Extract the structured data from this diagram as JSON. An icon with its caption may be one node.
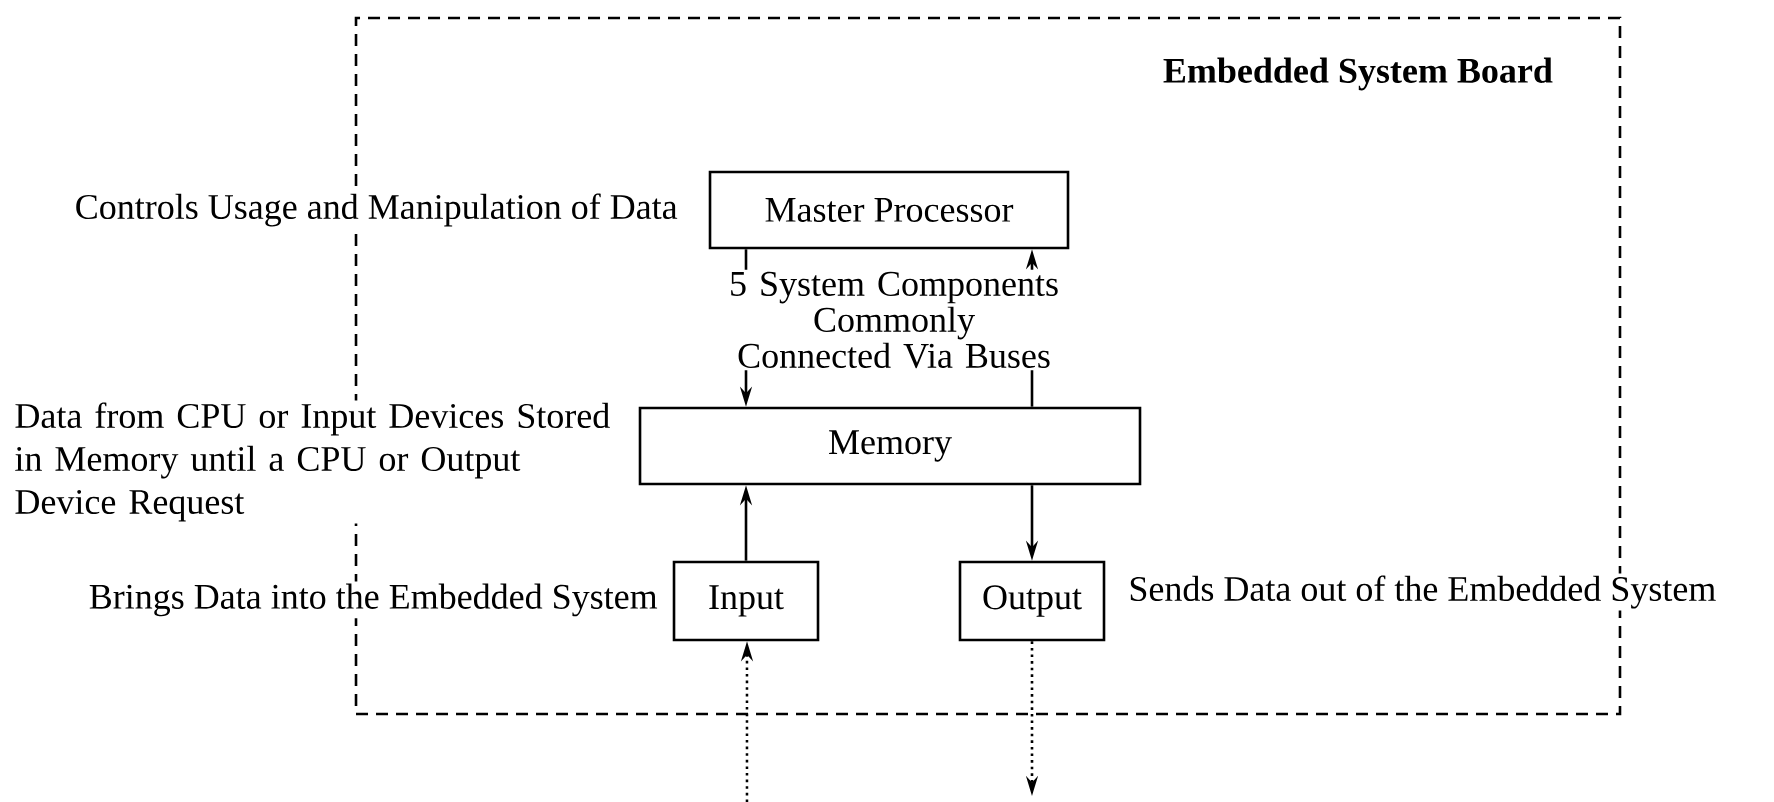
{
  "diagram": {
    "nodes": [
      {
        "text": [
          "Embedded System Board"
        ]
      },
      {
        "text": [
          "Master Processor"
        ],
        "in": 0,
        "beside": [
          "Controls Usage and Manipulation of Data"
        ]
      },
      {
        "text": [
          "Memory"
        ],
        "in": 0,
        "beside": [
          "Data from CPU or Input Devices Stored in Memory until a CPU or Output Device Request"
        ]
      },
      {
        "text": [
          "Input"
        ],
        "in": 0,
        "beside": [
          "Brings Data into the Embedded System"
        ]
      },
      {
        "text": [
          "Output"
        ],
        "in": 0,
        "beside": [
          "Sends Data out of the Embedded System"
        ]
      }
    ],
    "edges": [
      {
        "from": 1,
        "to": 2,
        "arrow": "to"
      },
      {
        "from": 2,
        "to": 1,
        "arrow": "to"
      },
      {
        "from": 3,
        "to": 2,
        "arrow": "to"
      },
      {
        "from": 2,
        "to": 4,
        "arrow": "to"
      },
      {
        "from": null,
        "to": 3,
        "arrow": "to",
        "style": "dashed"
      },
      {
        "from": 4,
        "to": null,
        "arrow": "to",
        "style": "dashed"
      }
    ],
    "labels": [
      "5 System Components Commonly Connected Via Buses"
    ]
  }
}
